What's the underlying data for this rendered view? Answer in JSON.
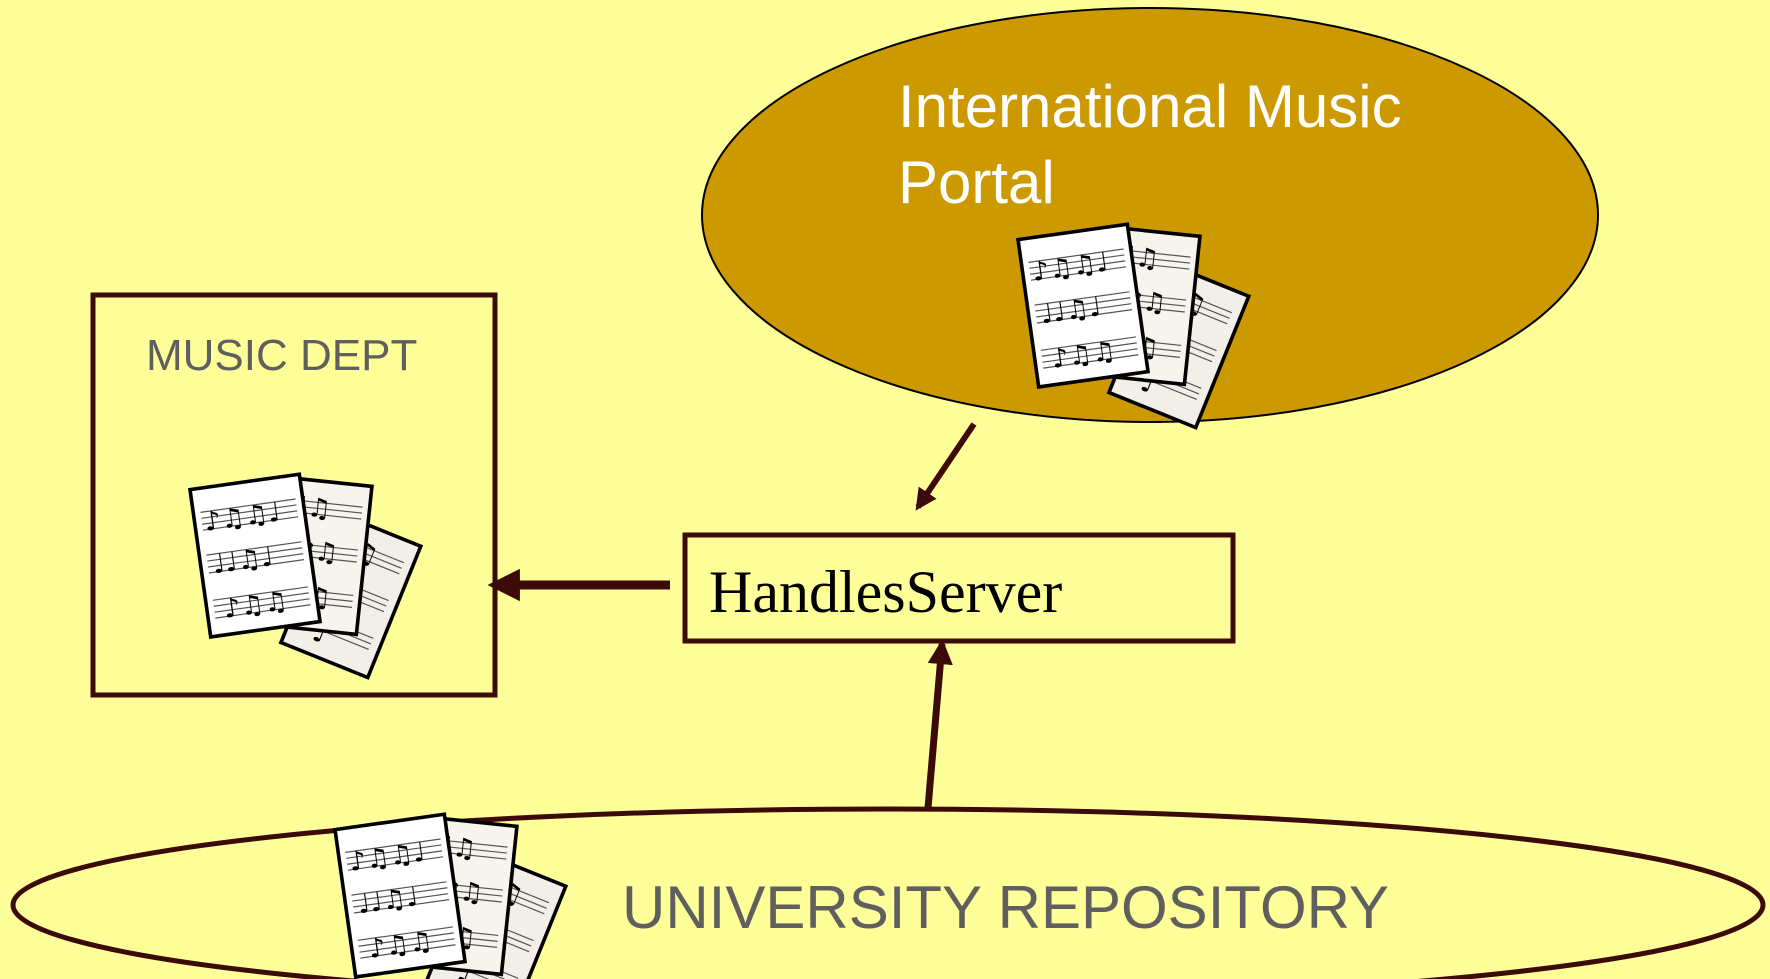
{
  "colors": {
    "background": "#ffff99",
    "portal_fill": "#cc9900",
    "portal_text": "#ffffff",
    "outline": "#3d0a0a",
    "label_gray": "#5f5f5f",
    "server_text": "#000000"
  },
  "portal": {
    "title_line1": "International Music",
    "title_line2": "Portal",
    "icon": "sheet-music-icon"
  },
  "music_dept": {
    "label": "MUSIC DEPT",
    "icon": "sheet-music-icon"
  },
  "handles_server": {
    "label": "HandlesServer"
  },
  "repository": {
    "label": "UNIVERSITY REPOSITORY",
    "icon": "sheet-music-icon"
  }
}
